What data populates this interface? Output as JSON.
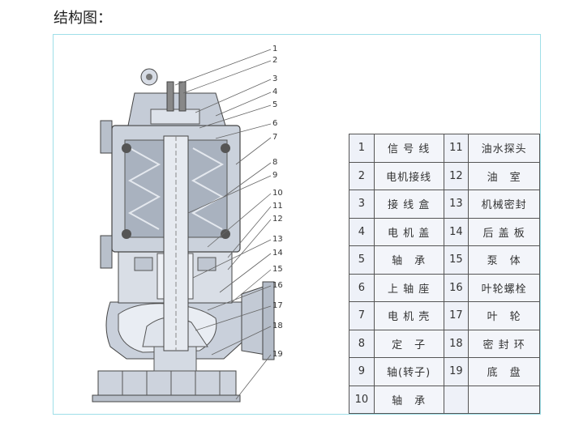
{
  "title": "结构图：",
  "callouts": [
    "1",
    "2",
    "3",
    "4",
    "5",
    "6",
    "7",
    "8",
    "9",
    "10",
    "11",
    "12",
    "13",
    "14",
    "15",
    "16",
    "17",
    "18",
    "19"
  ],
  "parts": [
    {
      "left_num": "1",
      "left_name": "信 号 线",
      "right_num": "11",
      "right_name": "油水探头"
    },
    {
      "left_num": "2",
      "left_name": "电机接线",
      "right_num": "12",
      "right_name": "油　室"
    },
    {
      "left_num": "3",
      "left_name": "接 线 盒",
      "right_num": "13",
      "right_name": "机械密封"
    },
    {
      "left_num": "4",
      "left_name": "电 机 盖",
      "right_num": "14",
      "right_name": "后 盖 板"
    },
    {
      "left_num": "5",
      "left_name": "轴　承",
      "right_num": "15",
      "right_name": "泵　体"
    },
    {
      "left_num": "6",
      "left_name": "上 轴 座",
      "right_num": "16",
      "right_name": "叶轮螺栓"
    },
    {
      "left_num": "7",
      "left_name": "电 机 壳",
      "right_num": "17",
      "right_name": "叶　轮"
    },
    {
      "left_num": "8",
      "left_name": "定　子",
      "right_num": "18",
      "right_name": "密 封 环"
    },
    {
      "left_num": "9",
      "left_name": "轴(转子)",
      "right_num": "19",
      "right_name": "底　盘"
    },
    {
      "left_num": "10",
      "left_name": "轴　承",
      "right_num": "",
      "right_name": ""
    }
  ]
}
